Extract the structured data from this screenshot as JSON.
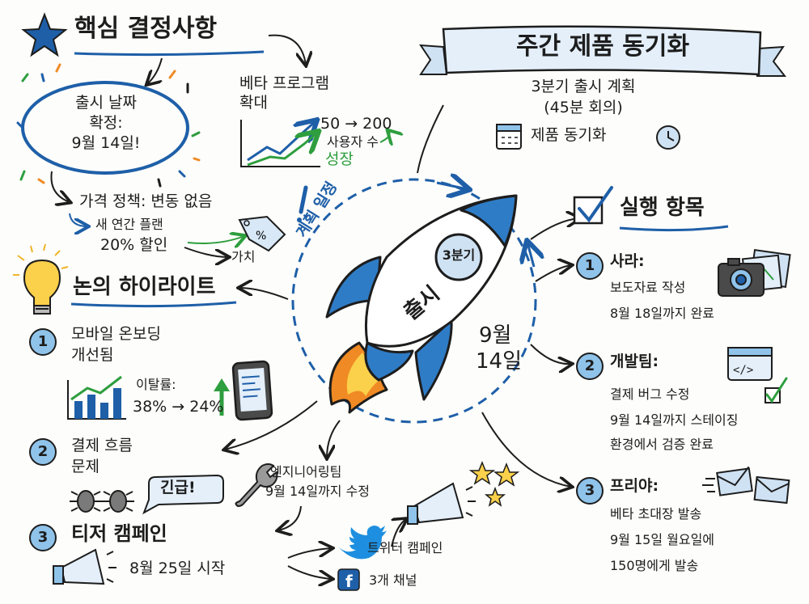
{
  "key_decisions": {
    "title": "핵심 결정사항",
    "launch_line1": "출시 날짜",
    "launch_line2": "확정:",
    "launch_line3": "9월 14일!",
    "pricing": "가격 정책: 변동 없음",
    "annual_plan": "새 연간 플랜",
    "discount": "20% 할인",
    "value": "가치"
  },
  "beta": {
    "title_line1": "베타 프로그램",
    "title_line2": "확대",
    "users_change": "50 → 200",
    "users_label": "사용자 수",
    "growth": "성장"
  },
  "banner": {
    "title": "주간 제품 동기화",
    "subtitle_line1": "3분기 출시 계획",
    "subtitle_line2": "(45분 회의)",
    "meeting_label": "제품 동기화"
  },
  "rocket": {
    "orbit_label": "계획 일정",
    "badge": "3분기",
    "body": "출시",
    "date_line1": "9월",
    "date_line2": "14일"
  },
  "highlights": {
    "title": "논의 하이라이트",
    "items": [
      {
        "num": "1",
        "line1": "모바일 온보딩",
        "line2": "개선됨",
        "metric_label": "이탈률:",
        "metric_value": "38% → 24%"
      },
      {
        "num": "2",
        "line1": "결제 흐름",
        "line2": "문제",
        "tag": "긴급!"
      },
      {
        "num": "3",
        "line1": "티저 캠페인",
        "line2": "8월 25일 시작"
      }
    ]
  },
  "engineering": {
    "line1": "엔지니어링팀",
    "line2": "9월 14일까지 수정"
  },
  "campaign": {
    "twitter": "트위터 캠페인",
    "channels": "3개 채널"
  },
  "action_items": {
    "title": "실행 항목",
    "items": [
      {
        "num": "1",
        "who": "사라:",
        "line1": "보도자료 작성",
        "line2": "8월 18일까지 완료"
      },
      {
        "num": "2",
        "who": "개발팀:",
        "line1": "결제 버그 수정",
        "line2": "9월 14일까지 스테이징",
        "line3": "환경에서 검증 완료"
      },
      {
        "num": "3",
        "who": "프리야:",
        "line1": "베타 초대장 발송",
        "line2": "9월 15일 월요일에",
        "line3": "150명에게 발송"
      }
    ]
  },
  "colors": {
    "accent": "#1e5fa8",
    "light_blue": "#8fc3ea",
    "green": "#2e9e3e",
    "orange": "#f08a24"
  }
}
